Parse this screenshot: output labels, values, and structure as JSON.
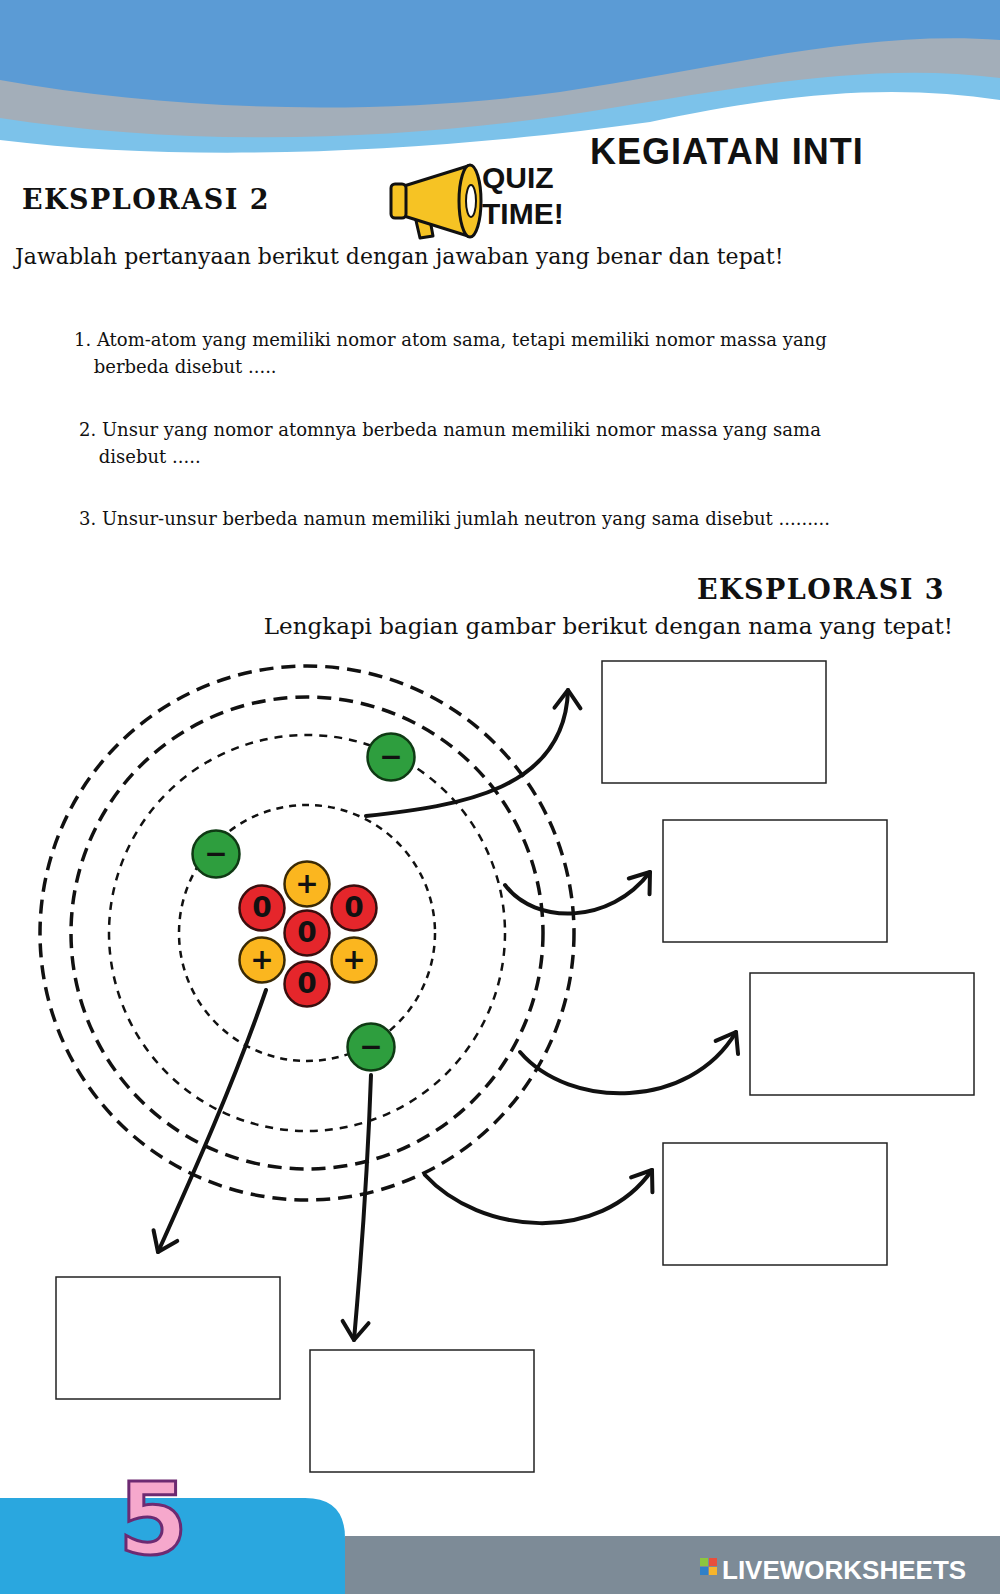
{
  "diagram": {
    "title": "KEGIATAN INTI",
    "nodes": [
      {
        "text": [
          "−"
        ]
      },
      {
        "text": [
          "−"
        ]
      },
      {
        "text": [
          "+"
        ]
      },
      {
        "text": [
          "0"
        ]
      },
      {
        "text": [
          "0"
        ]
      },
      {
        "text": [
          "0"
        ]
      },
      {
        "text": [
          "+"
        ]
      },
      {
        "text": [
          "+"
        ]
      },
      {
        "text": [
          "0"
        ]
      },
      {
        "text": [
          "−"
        ]
      }
    ],
    "labels": [
      "EKSPLORASI 2",
      "QUIZ TIME!",
      "Jawablah pertanyaan berikut dengan jawaban yang benar dan tepat!",
      "1. Atom-atom yang memiliki nomor atom sama, tetapi memiliki nomor massa yang berbeda disebut .....",
      "2. Unsur yang nomor atomnya berbeda namun memiliki nomor massa yang sama disebut .....",
      "3. Unsur-unsur berbeda namun memiliki jumlah neutron yang sama disebut .........",
      "EKSPLORASI 3",
      "Lengkapi bagian gambar berikut dengan nama yang tepat!",
      "5",
      "LIVEWORKSHEETS"
    ]
  }
}
